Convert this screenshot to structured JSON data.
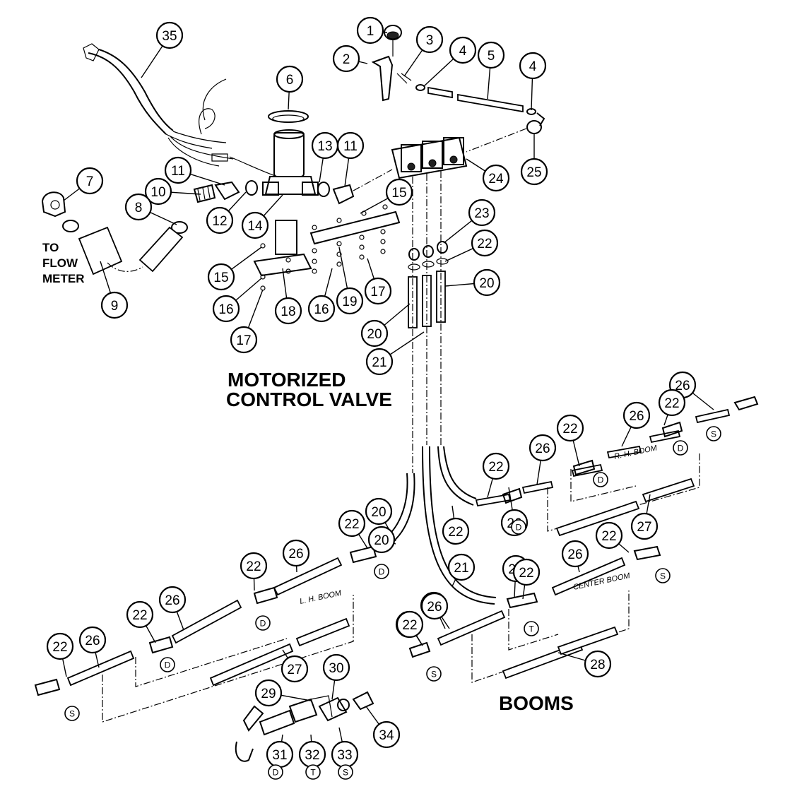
{
  "titles": {
    "control_valve_line1": "MOTORIZED",
    "control_valve_line2": "CONTROL VALVE",
    "booms": "BOOMS",
    "to_flow_meter": [
      "TO",
      "FLOW",
      "METER"
    ]
  },
  "boom_labels": {
    "lh": "L. H. BOOM",
    "rh": "R. H. BOOM",
    "center": "CENTER BOOM"
  },
  "callouts": [
    "35",
    "1",
    "2",
    "3",
    "4",
    "5",
    "4",
    "6",
    "13",
    "11",
    "11",
    "7",
    "10",
    "8",
    "12",
    "14",
    "24",
    "25",
    "15",
    "9",
    "15",
    "16",
    "17",
    "18",
    "16",
    "19",
    "17",
    "23",
    "22",
    "20",
    "20",
    "21",
    "26",
    "22",
    "22",
    "26",
    "22",
    "26",
    "22",
    "20",
    "20",
    "22",
    "22",
    "26",
    "22",
    "26",
    "22",
    "26",
    "22",
    "26",
    "22",
    "22",
    "26",
    "27",
    "27",
    "21",
    "26",
    "22",
    "22",
    "26",
    "28",
    "29",
    "30",
    "31",
    "32",
    "33",
    "34"
  ],
  "small_markers": [
    "D",
    "D",
    "D",
    "D",
    "D",
    "D",
    "S",
    "S",
    "S",
    "T",
    "S",
    "D",
    "T",
    "S"
  ]
}
